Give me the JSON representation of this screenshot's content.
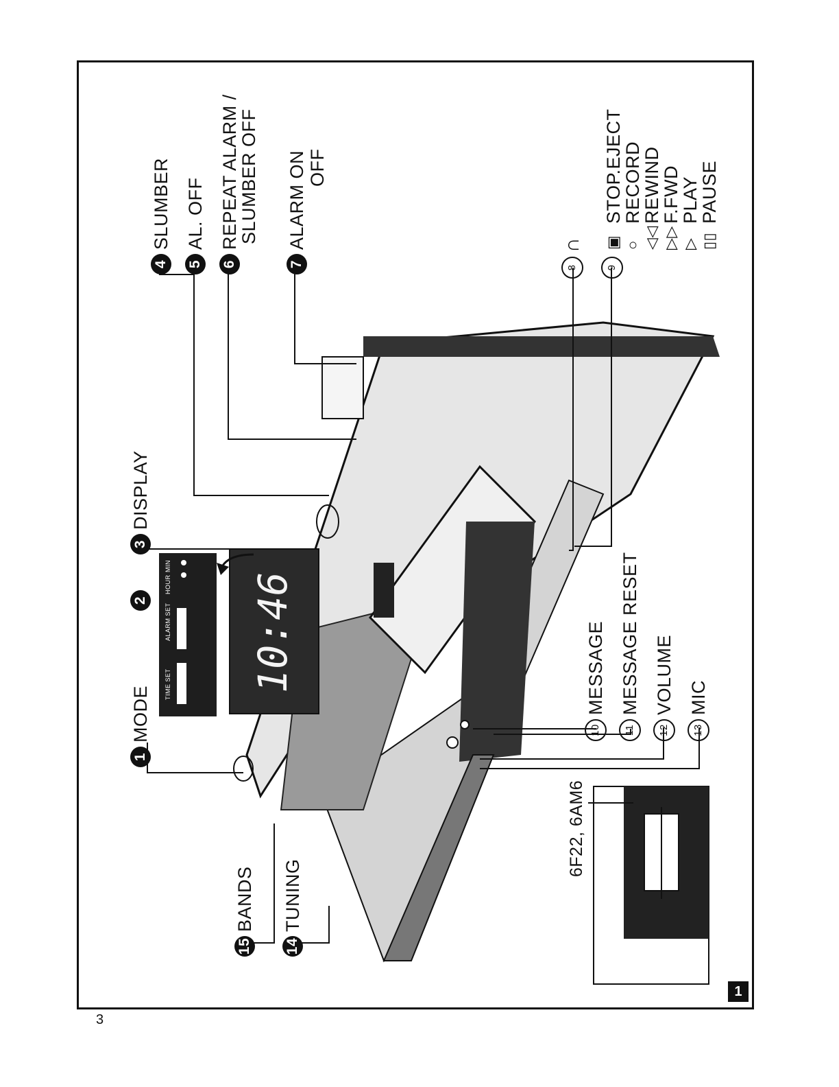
{
  "page_number": "3",
  "figure_number": "1",
  "labels": {
    "mode": {
      "num": "1",
      "text": "MODE"
    },
    "settings": {
      "num": "2"
    },
    "display": {
      "num": "3",
      "text": "DISPLAY"
    },
    "slumber": {
      "num": "4",
      "text": "SLUMBER"
    },
    "al_off": {
      "num": "5",
      "text": "AL. OFF"
    },
    "repeat_alarm": {
      "num": "6",
      "line1": "REPEAT ALARM /",
      "line2": "SLUMBER OFF"
    },
    "alarm_on": {
      "num": "7",
      "line1": "ALARM ON",
      "line2": "OFF"
    },
    "headphones": {
      "num": "8"
    },
    "cassette": {
      "num": "9"
    },
    "message": {
      "num": "10",
      "text": "MESSAGE"
    },
    "message_reset": {
      "num": "11",
      "text": "MESSAGE RESET"
    },
    "volume": {
      "num": "12",
      "text": "VOLUME"
    },
    "mic": {
      "num": "13",
      "text": "MIC"
    },
    "tuning": {
      "num": "14",
      "text": "TUNING"
    },
    "bands": {
      "num": "15",
      "text": "BANDS"
    }
  },
  "cassette_buttons": [
    {
      "symbol": "▣",
      "label": "STOP.EJECT"
    },
    {
      "symbol": "○",
      "label": "RECORD"
    },
    {
      "symbol": "◁◁",
      "label": "REWIND"
    },
    {
      "symbol": "▷▷",
      "label": "F.FWD"
    },
    {
      "symbol": "▷",
      "label": "PLAY"
    },
    {
      "symbol": "▯▯",
      "label": "PAUSE"
    }
  ],
  "display_time": "10:46",
  "settings_panel": {
    "time_set": "TIME SET",
    "alarm_set": "ALARM SET",
    "hour": "HOUR",
    "min": "MIN"
  },
  "battery": {
    "text": "6F22, 6AM6"
  }
}
